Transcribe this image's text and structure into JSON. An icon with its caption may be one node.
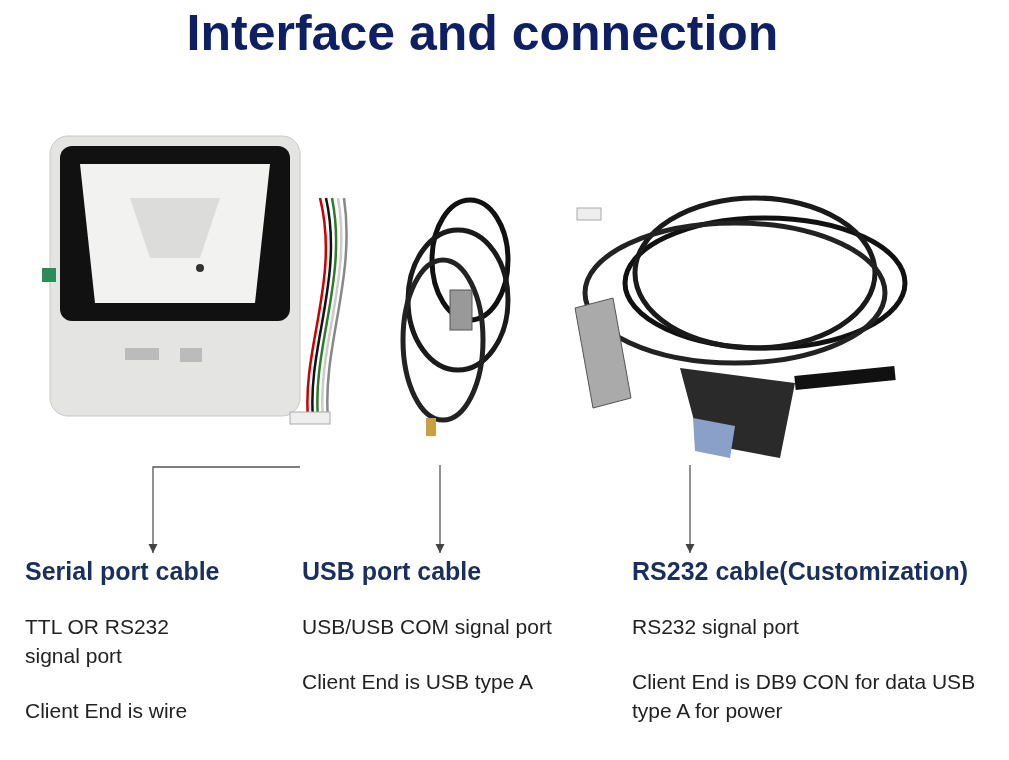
{
  "diagram": {
    "title": "Interface and connection",
    "nodes": [
      {
        "text": [],
        "shape": "picture"
      },
      {
        "text": [],
        "shape": "picture"
      },
      {
        "text": [],
        "shape": "picture"
      },
      {
        "text": [
          "Serial port cable",
          "TTL OR RS232 signal port",
          "Client End is wire"
        ]
      },
      {
        "text": [
          "USB port cable",
          "USB/USB COM signal port",
          "Client End is USB type A"
        ]
      },
      {
        "text": [
          "RS232 cable(Customization)",
          "RS232 signal port",
          "Client End is DB9 CON for data USB type A for power"
        ]
      }
    ],
    "edges": [
      {
        "from": 0,
        "to": 3,
        "arrow": "to"
      },
      {
        "from": 1,
        "to": 4,
        "arrow": "to"
      },
      {
        "from": 2,
        "to": 5,
        "arrow": "to"
      }
    ]
  }
}
